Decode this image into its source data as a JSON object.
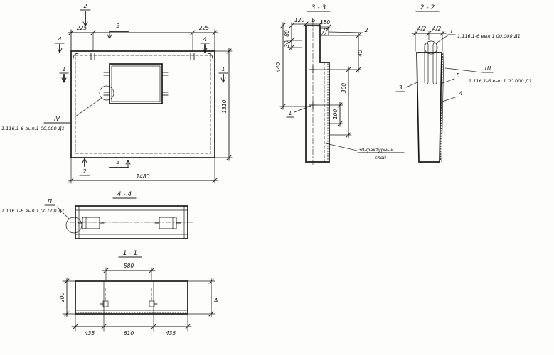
{
  "drawing": {
    "ref_label": "1.116.1-6 вып.1 00.000 Д1",
    "plan": {
      "mark_1": "1",
      "mark_2": "2",
      "mark_3": "3",
      "mark_4": "4",
      "dim_225": "225",
      "dim_width": "1480",
      "dim_height": "1310",
      "callout_label": "IV"
    },
    "section_3_3": {
      "title": "3 - 3",
      "dim_120": "120",
      "axis_label": "Б",
      "dim_150": "150",
      "callout_2": "2",
      "dim_80": "80",
      "dim_30": "30",
      "dim_440": "440",
      "dim_40": "40",
      "dim_360": "360",
      "dim_100": "100",
      "callout_1": "1",
      "note_line1": "30-фактурный",
      "note_line2": "слой"
    },
    "section_2_2": {
      "title": "2 - 2",
      "dim_half_a": "А/2",
      "callout_top": "I",
      "label_3": "3",
      "label_5": "5",
      "label_4": "4",
      "callout_side": "Ш"
    },
    "section_4_4": {
      "title": "4 - 4",
      "callout_label": "П"
    },
    "section_1_1": {
      "title": "1 - 1",
      "dim_580": "580",
      "dim_200": "200",
      "thickness_label": "А",
      "dim_435": "435",
      "dim_610": "610"
    }
  }
}
